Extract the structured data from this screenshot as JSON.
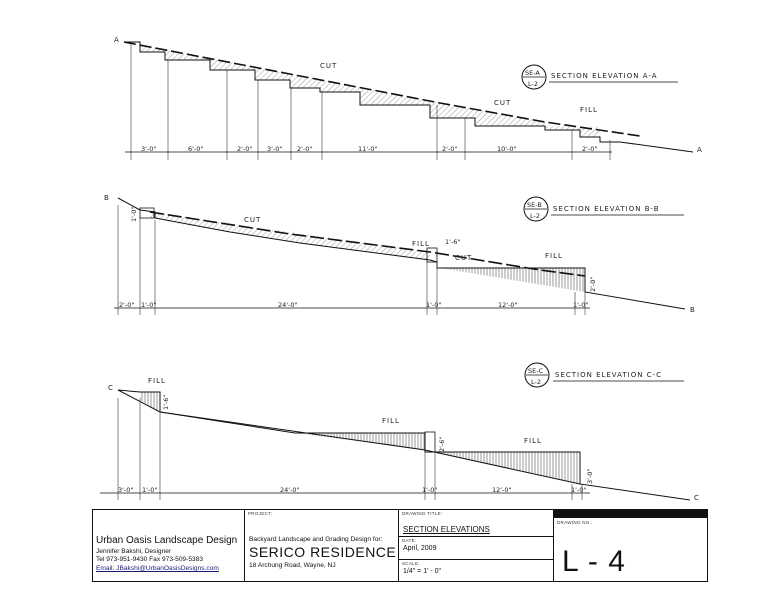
{
  "sections": [
    {
      "id": "A",
      "tag_top": "SE-A",
      "tag_bottom": "L-2",
      "title": "SECTION ELEVATION A-A",
      "end_left": "A",
      "end_right": "A",
      "callouts": [
        "CUT",
        "CUT",
        "FILL"
      ],
      "dimensions": [
        "3'-0\"",
        "6'-0\"",
        "2'-0\"",
        "3'-0\"",
        "2'-0\"",
        "11'-0\"",
        "2'-0\"",
        "10'-0\"",
        "2'-0\""
      ]
    },
    {
      "id": "B",
      "tag_top": "SE-B",
      "tag_bottom": "L-2",
      "title": "SECTION ELEVATION B-B",
      "end_left": "B",
      "end_right": "B",
      "callouts": [
        "CUT",
        "FILL",
        "1'-6\"",
        "CUT",
        "FILL"
      ],
      "vertical_dims": [
        "1'-0\"",
        "2'-0\""
      ],
      "dimensions": [
        "2'-0\"",
        "1'-0\"",
        "24'-0\"",
        "1'-0\"",
        "12'-0\"",
        "1'-0\""
      ]
    },
    {
      "id": "C",
      "tag_top": "SE-C",
      "tag_bottom": "L-2",
      "title": "SECTION ELEVATION C-C",
      "end_left": "C",
      "end_right": "C",
      "callouts": [
        "FILL",
        "FILL",
        "FILL"
      ],
      "vertical_dims": [
        "1'-6\"",
        "2'-6\"",
        "3'-0\""
      ],
      "dimensions": [
        "3'-0\"",
        "1'-0\"",
        "24'-0\"",
        "1'-0\"",
        "12'-0\"",
        "1'-0\""
      ]
    }
  ],
  "title_block": {
    "firm_name": "Urban Oasis Landscape Design",
    "designer": "Jennifer Bakshi, Designer",
    "phone_fax": "Tel 973-951-9430    Fax 973-509-5383",
    "email": "Email: JBakshi@UrbanOasisDesigns.com",
    "project_label": "PROJECT:",
    "project_desc": "Backyard Landscape and Grading Design for:",
    "project_name": "SERICO RESIDENCE",
    "project_address": "18 Archung Road, Wayne, NJ",
    "drawing_title_label": "DRAWING TITLE:",
    "drawing_title": "SECTION ELEVATIONS",
    "date_label": "DATE:",
    "date": "April, 2009",
    "scale_label": "SCALE:",
    "scale": "1/4\" = 1' - 0\"",
    "drawing_no_label": "DRAWING NO.:",
    "drawing_no": "L - 4"
  }
}
